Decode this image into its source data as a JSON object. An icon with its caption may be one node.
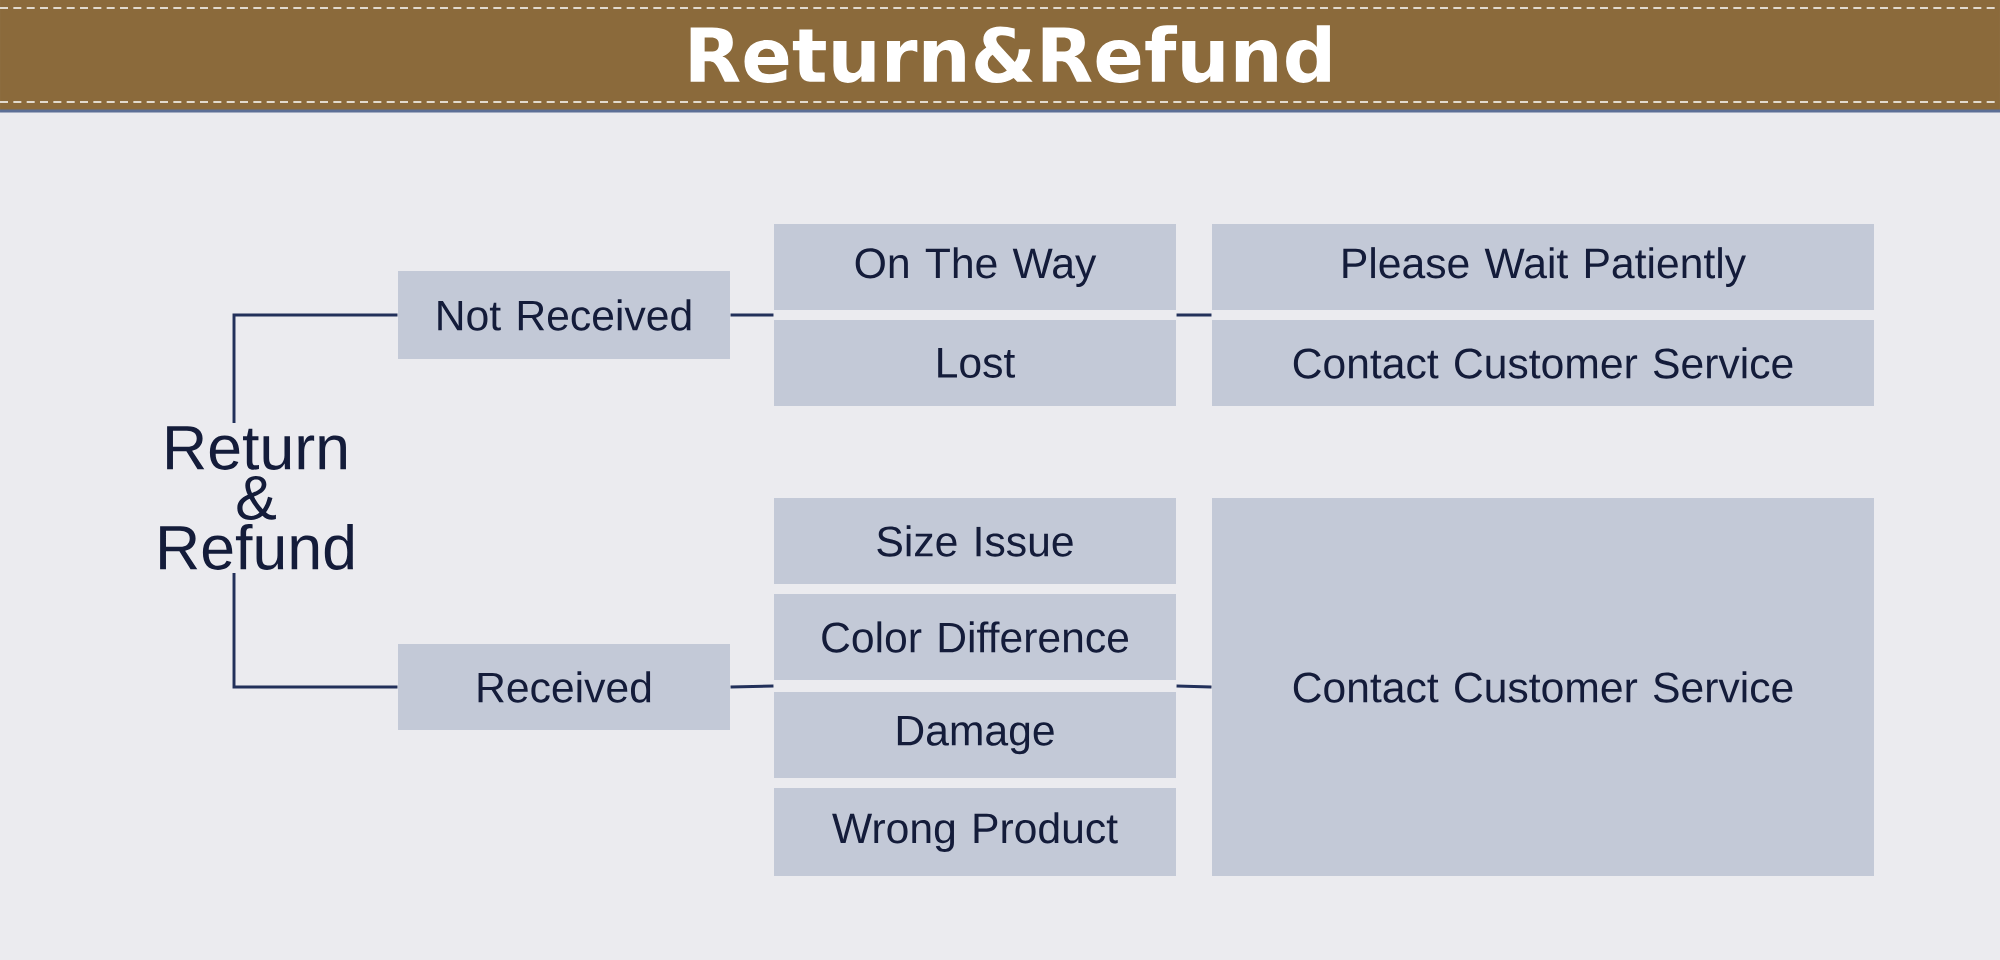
{
  "diagram": {
    "title": "Return&Refund",
    "nodes": [
      {
        "text": [
          "Return & Refund"
        ]
      },
      {
        "text": [
          "Not Received"
        ]
      },
      {
        "text": [
          "Received"
        ]
      },
      {
        "text": [
          "On The Way"
        ]
      },
      {
        "text": [
          "Lost"
        ]
      },
      {
        "text": [
          "Size Issue"
        ]
      },
      {
        "text": [
          "Color Difference"
        ]
      },
      {
        "text": [
          "Damage"
        ]
      },
      {
        "text": [
          "Wrong Product"
        ]
      },
      {
        "text": [
          "Please Wait Patiently"
        ]
      },
      {
        "text": [
          "Contact Customer Service"
        ]
      },
      {
        "text": [
          "Contact Customer Service"
        ]
      }
    ],
    "edges": [
      {
        "from": 0,
        "to": 1,
        "arrow": "none"
      },
      {
        "from": 0,
        "to": 2,
        "arrow": "none"
      },
      {
        "from": 1,
        "to": 3,
        "arrow": "none"
      },
      {
        "from": 1,
        "to": 4,
        "arrow": "none"
      },
      {
        "from": 3,
        "to": 9,
        "arrow": "none"
      },
      {
        "from": 4,
        "to": 10,
        "arrow": "none"
      },
      {
        "from": 2,
        "to": 6,
        "arrow": "none"
      },
      {
        "from": 2,
        "to": 7,
        "arrow": "none"
      },
      {
        "from": 6,
        "to": 11,
        "arrow": "none"
      },
      {
        "from": 7,
        "to": 11,
        "arrow": "none"
      }
    ]
  }
}
